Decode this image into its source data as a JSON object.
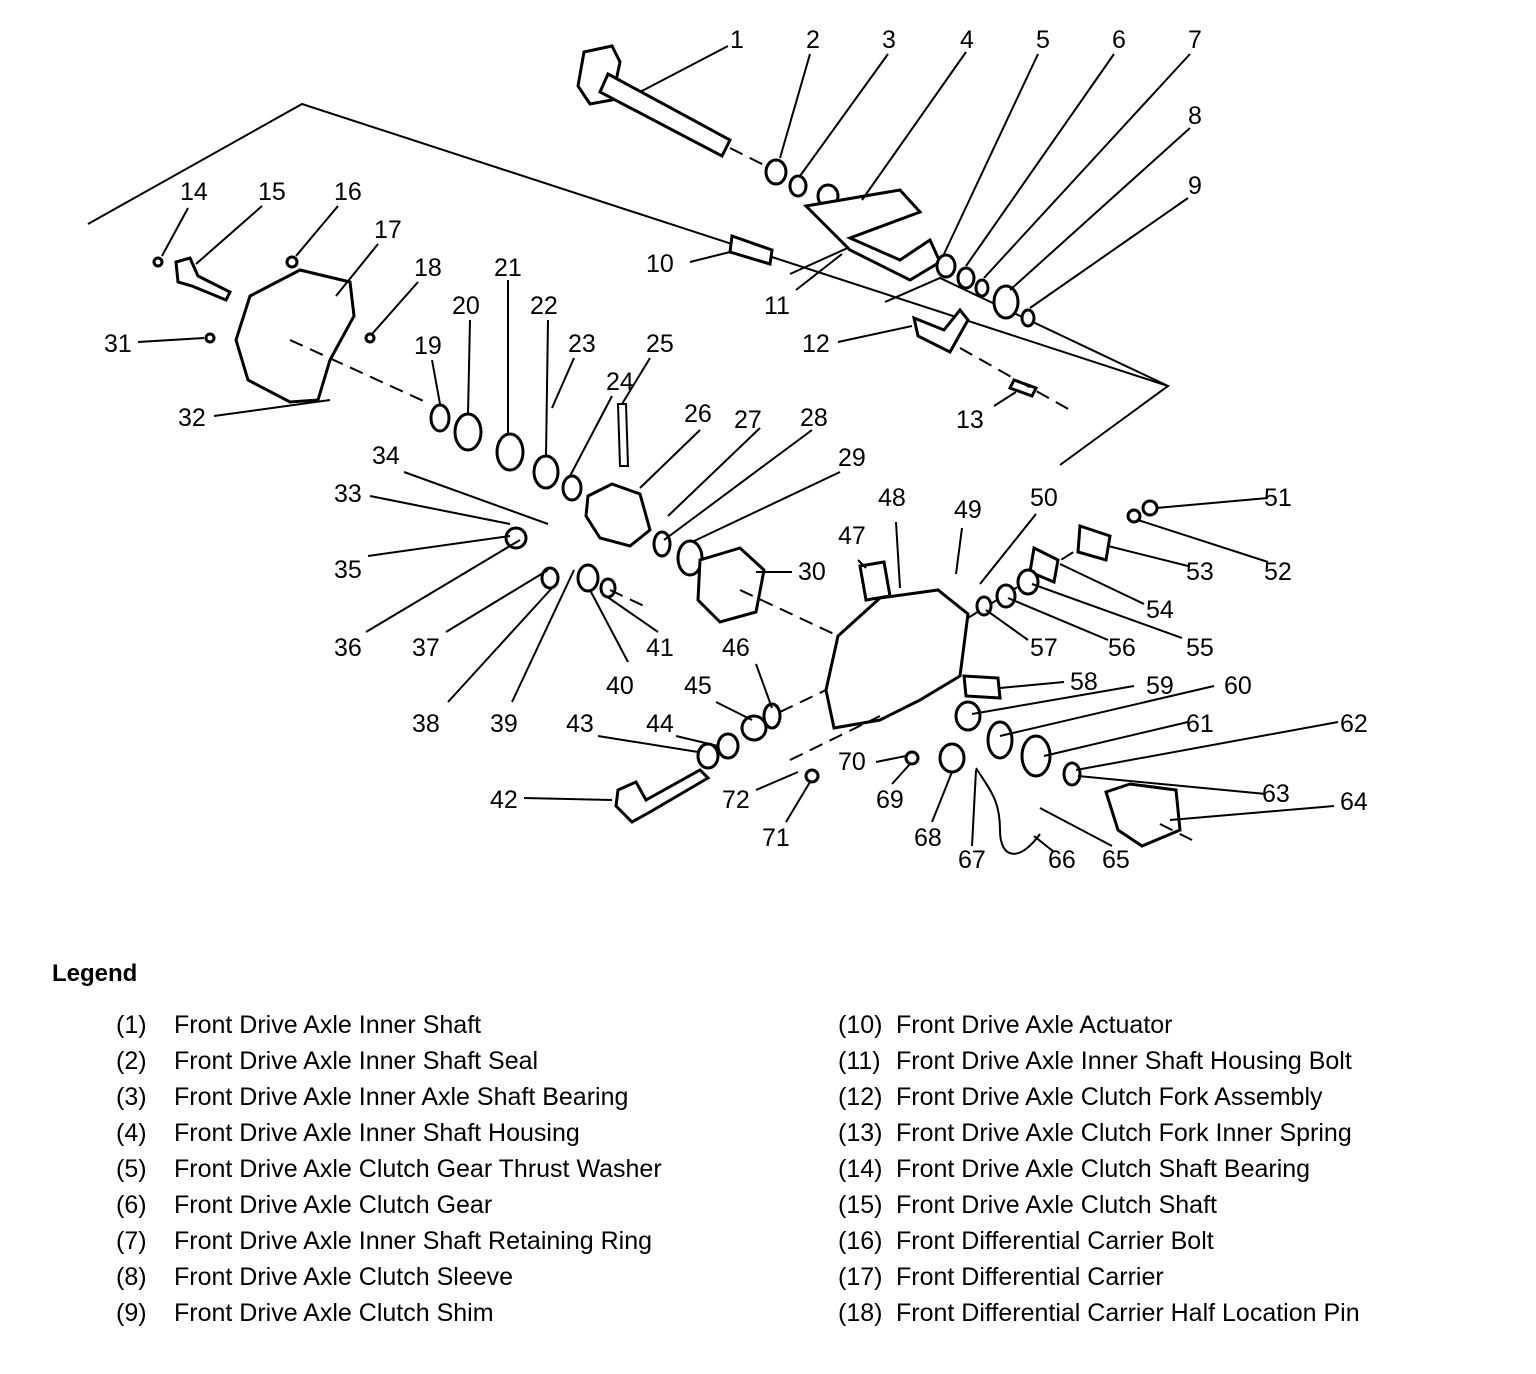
{
  "callouts": [
    "1",
    "2",
    "3",
    "4",
    "5",
    "6",
    "7",
    "8",
    "9",
    "10",
    "11",
    "12",
    "13",
    "14",
    "15",
    "16",
    "17",
    "18",
    "19",
    "20",
    "21",
    "22",
    "23",
    "24",
    "25",
    "26",
    "27",
    "28",
    "29",
    "30",
    "31",
    "32",
    "33",
    "34",
    "35",
    "36",
    "37",
    "38",
    "39",
    "40",
    "41",
    "42",
    "43",
    "44",
    "45",
    "46",
    "47",
    "48",
    "49",
    "50",
    "51",
    "52",
    "53",
    "54",
    "55",
    "56",
    "57",
    "58",
    "59",
    "60",
    "61",
    "62",
    "63",
    "64",
    "65",
    "66",
    "67",
    "68",
    "69",
    "70",
    "71",
    "72"
  ],
  "legend": {
    "title": "Legend",
    "left": [
      {
        "num": "(1)",
        "label": "Front Drive Axle Inner Shaft"
      },
      {
        "num": "(2)",
        "label": "Front Drive Axle Inner Shaft Seal"
      },
      {
        "num": "(3)",
        "label": "Front Drive Axle Inner Axle Shaft Bearing"
      },
      {
        "num": "(4)",
        "label": "Front Drive Axle Inner Shaft Housing"
      },
      {
        "num": "(5)",
        "label": "Front Drive Axle Clutch Gear Thrust Washer"
      },
      {
        "num": "(6)",
        "label": "Front Drive Axle Clutch Gear"
      },
      {
        "num": "(7)",
        "label": "Front Drive Axle Inner Shaft Retaining Ring"
      },
      {
        "num": "(8)",
        "label": "Front Drive Axle Clutch Sleeve"
      },
      {
        "num": "(9)",
        "label": "Front Drive Axle Clutch Shim"
      }
    ],
    "right": [
      {
        "num": "(10)",
        "label": "Front Drive Axle Actuator"
      },
      {
        "num": "(11)",
        "label": "Front Drive Axle Inner Shaft Housing Bolt"
      },
      {
        "num": "(12)",
        "label": "Front Drive Axle Clutch Fork Assembly"
      },
      {
        "num": "(13)",
        "label": "Front Drive Axle Clutch Fork Inner Spring"
      },
      {
        "num": "(14)",
        "label": "Front Drive Axle Clutch Shaft Bearing"
      },
      {
        "num": "(15)",
        "label": "Front Drive Axle Clutch Shaft"
      },
      {
        "num": "(16)",
        "label": "Front Differential Carrier Bolt"
      },
      {
        "num": "(17)",
        "label": "Front Differential Carrier"
      },
      {
        "num": "(18)",
        "label": "Front Differential Carrier Half Location Pin"
      }
    ]
  }
}
